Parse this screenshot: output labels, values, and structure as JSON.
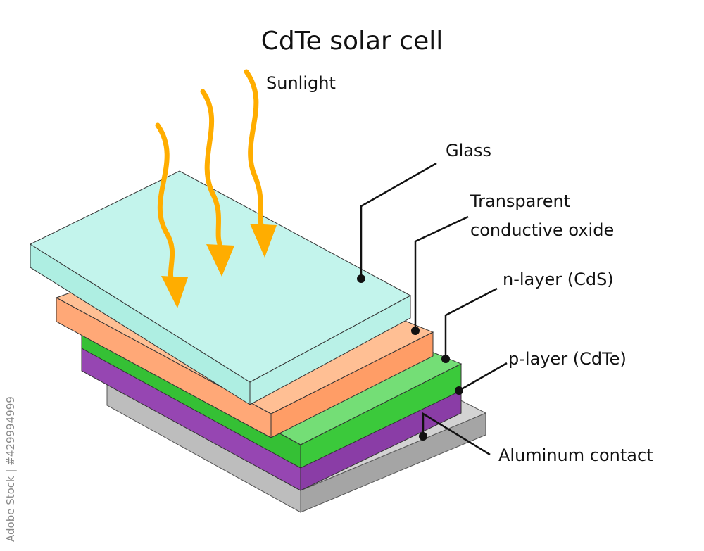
{
  "title": "CdTe solar cell",
  "sunlight_label": "Sunlight",
  "layers": [
    {
      "id": "glass",
      "label": "Glass",
      "color": "#bff2ea"
    },
    {
      "id": "tco",
      "label_lines": [
        "Transparent",
        "conductive oxide"
      ],
      "color": "#ffab7a"
    },
    {
      "id": "n-layer",
      "label": "n-layer (CdS)",
      "color": "#39c13a"
    },
    {
      "id": "p-layer",
      "label": "p-layer (CdTe)",
      "color": "#9b4fb6"
    },
    {
      "id": "aluminum",
      "label": "Aluminum contact",
      "color": "#c9c9c9"
    }
  ],
  "sunlight_color": "#ffad00",
  "watermark": {
    "stock_id": "Adobe Stock | #429994999"
  }
}
